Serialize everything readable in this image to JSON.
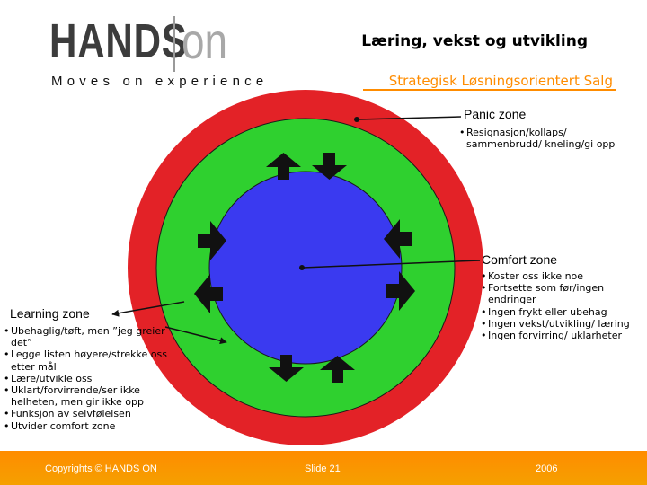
{
  "logo": {
    "hands": "HANDS",
    "on": "on"
  },
  "tagline": "Moves on experience",
  "title": "Læring, vekst og utvikling",
  "subtitle": "Strategisk Løsningsorientert Salg",
  "panic": {
    "title": "Panic zone",
    "bullets": [
      "Resignasjon/kollaps/ sammenbrudd/ kneling/gi opp"
    ]
  },
  "comfort": {
    "title": "Comfort zone",
    "bullets": [
      "Koster oss ikke noe",
      "Fortsette som før/ingen endringer",
      "Ingen frykt eller ubehag",
      "Ingen vekst/utvikling/ læring",
      "Ingen forvirring/ uklarheter"
    ]
  },
  "learning": {
    "title": "Learning zone",
    "bullets": [
      "Ubehaglig/tøft, men ”jeg greier det”",
      "Legge listen høyere/strekke oss etter mål",
      "Lære/utvikle oss",
      "Uklart/forvirrende/ser ikke helheten, men gir ikke opp",
      "Funksjon av selvfølelsen",
      "Utvider comfort zone"
    ]
  },
  "footer": {
    "copyright": "Copyrights © HANDS ON",
    "slide": "Slide 21",
    "year": "2006"
  },
  "colors": {
    "panic": "#e32227",
    "learning": "#2fd02f",
    "comfort": "#3a3af0",
    "accent": "#ff8c00"
  }
}
